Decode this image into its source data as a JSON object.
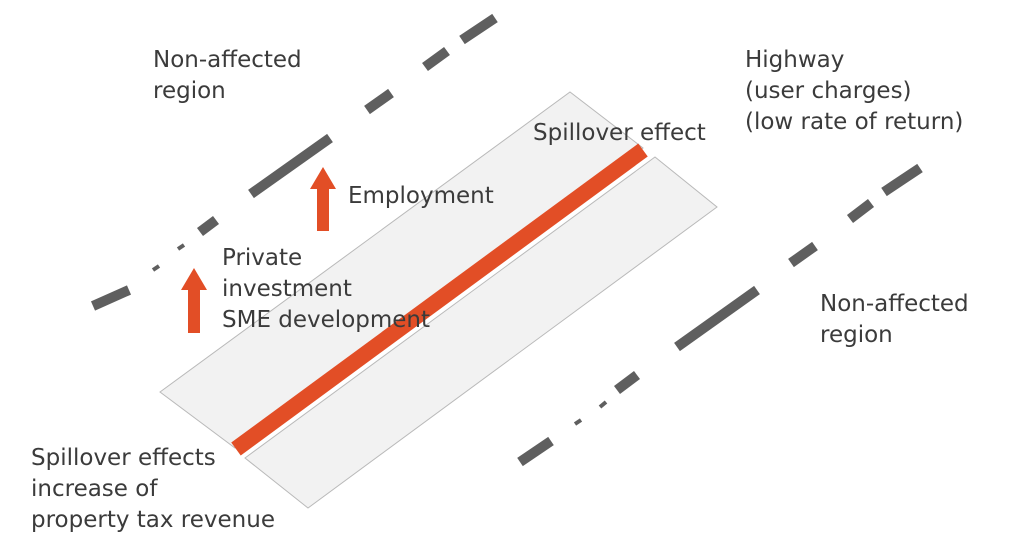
{
  "colors": {
    "road": "#e24e26",
    "band_fill": "#f2f2f2",
    "band_stroke": "#b9b9b9",
    "boundary_dash": "#5f5f5f",
    "text": "#3b3b3b"
  },
  "icons": {
    "arrow": "up-arrow-icon"
  },
  "labels": {
    "non_affected_top": [
      "Non-affected",
      "region"
    ],
    "highway": [
      "Highway",
      "(user charges)",
      "(low rate of return)"
    ],
    "spillover_effect": "Spillover effect",
    "employment": "Employment",
    "private_investment": [
      "Private",
      "investment",
      "SME development"
    ],
    "non_affected_right": [
      "Non-affected",
      "region"
    ],
    "spillover_effects_bottom": [
      "Spillover effects",
      "increase of",
      "property tax revenue"
    ]
  }
}
